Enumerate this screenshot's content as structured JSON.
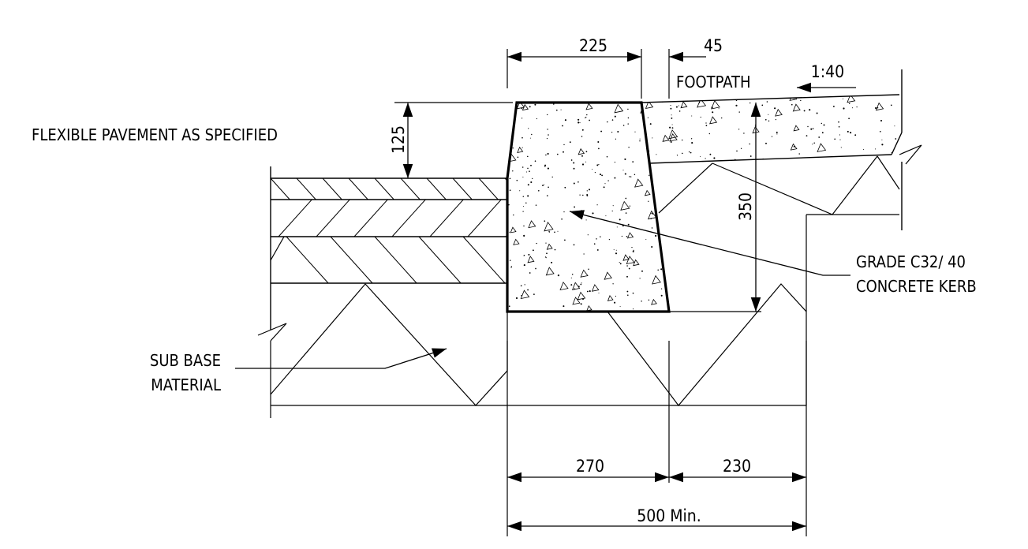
{
  "labels": {
    "flexible_pavement": "FLEXIBLE PAVEMENT AS SPECIFIED",
    "footpath": "FOOTPATH",
    "fall": "1:40",
    "kerb_line1": "GRADE C32/ 40",
    "kerb_line2": "CONCRETE KERB",
    "sub_base_line1": "SUB BASE",
    "sub_base_line2": "MATERIAL"
  },
  "dimensions": {
    "kerb_top_width": "225",
    "top_offset": "45",
    "upstand": "125",
    "kerb_height": "350",
    "base_inner": "270",
    "base_outer": "230",
    "overall": "500 Min."
  },
  "colors": {
    "line": "#000000",
    "background": "#ffffff"
  }
}
